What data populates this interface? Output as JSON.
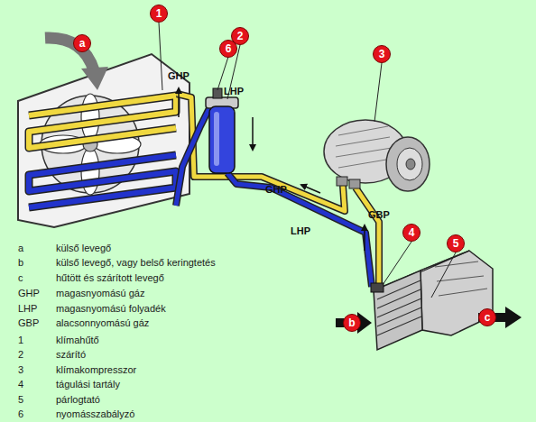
{
  "diagram": {
    "labels": [
      "1",
      "2",
      "6",
      "a",
      "3",
      "GHP",
      "LHP",
      "GHP",
      "GBP",
      "LHP",
      "4",
      "5",
      "b",
      "c",
      "a",
      "külső levegő",
      "b",
      "külső levegő, vagy belső keringtetés",
      "c",
      "hűtött és szárított levegő",
      "GHP",
      "magasnyomású gáz",
      "LHP",
      "magasnyomású folyadék",
      "GBP",
      "alacsonnyomású gáz",
      "1",
      "klímahűtő",
      "2",
      "szárító",
      "3",
      "klímakompresszor",
      "4",
      "tágulási tartály",
      "5",
      "párlogtató",
      "6",
      "nyomásszabályzó"
    ]
  }
}
